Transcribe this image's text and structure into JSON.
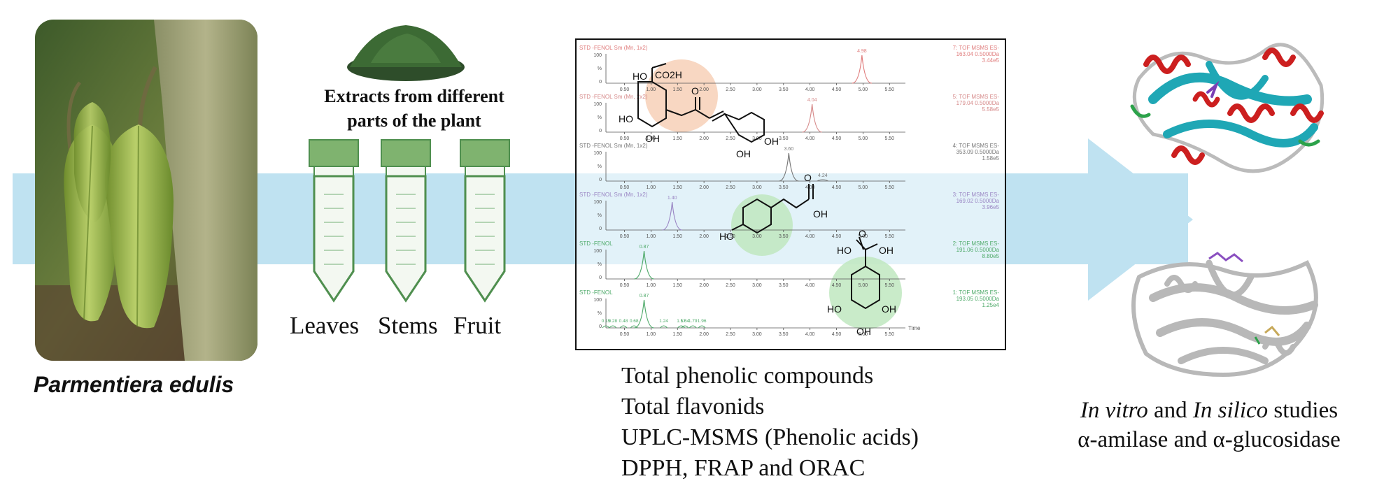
{
  "species": "Parmentiera edulis",
  "extracts_title_line1": "Extracts from different",
  "extracts_title_line2": "parts of the plant",
  "tubes": [
    {
      "label": "Leaves"
    },
    {
      "label": "Stems"
    },
    {
      "label": "Fruit"
    }
  ],
  "chromatogram": {
    "traces": [
      {
        "header": "STD -FENOL Sm (Mn, 1x2)",
        "channel": "7: TOF MSMS ES-",
        "mass": "163.04 0.5000Da",
        "intensity": "3.44e5",
        "peak_rt": "4.98",
        "color": "#e07d7d"
      },
      {
        "header": "STD -FENOL Sm (Mn, 2x2)",
        "channel": "5: TOF MSMS ES-",
        "mass": "179.04 0.5000Da",
        "intensity": "5.58e5",
        "peak_rt": "4.04",
        "color": "#d68a8a"
      },
      {
        "header": "STD -FENOL Sm (Mn, 1x2)",
        "channel": "4: TOF MSMS ES-",
        "mass": "353.09 0.5000Da",
        "intensity": "1.58e5",
        "peak_rt": "3.60",
        "peak2_rt": "4.24",
        "color": "#777777"
      },
      {
        "header": "STD -FENOL Sm (Mn, 1x2)",
        "channel": "3: TOF MSMS ES-",
        "mass": "169.02 0.5000Da",
        "intensity": "3.96e5",
        "peak_rt": "1.40",
        "color": "#9a86c4"
      },
      {
        "header": "STD -FENOL",
        "channel": "2: TOF MSMS ES-",
        "mass": "191.06 0.5000Da",
        "intensity": "8.80e5",
        "peak_rt": "0.87",
        "color": "#4faa6a"
      },
      {
        "header": "STD -FENOL",
        "channel": "1: TOF MSMS ES-",
        "mass": "193.05 0.5000Da",
        "intensity": "1.25e4",
        "peak_rt": "0.87",
        "color": "#4faa6a"
      }
    ],
    "bottom_peaks": [
      "0.15",
      "0.28",
      "0.48",
      "0.68",
      "1.24",
      "1.57",
      "1.64",
      "1.79",
      "1.96"
    ],
    "x_ticks": [
      "0.50",
      "1.00",
      "1.50",
      "2.00",
      "2.50",
      "3.00",
      "3.50",
      "4.00",
      "4.50",
      "5.00",
      "5.50"
    ],
    "y_ticks": [
      "100",
      "%",
      "0"
    ],
    "x_axis_label": "Time",
    "molecule_labels": {
      "ho": "HO",
      "oh": "OH",
      "co2h": "CO2H",
      "o": "O"
    }
  },
  "analyses": [
    "Total phenolic compounds",
    "Total flavonids",
    "UPLC-MSMS (Phenolic acids)",
    "DPPH, FRAP and ORAC"
  ],
  "studies": {
    "in_vitro": "In vitro",
    "and": " and ",
    "in_silico": "In silico",
    "studies_word": " studies",
    "enzymes": "α-amilase and α-glucosidase"
  },
  "colors": {
    "band": "#bfe2f1",
    "tube_green": "#5da05d",
    "protein_red": "#cc1f1f",
    "protein_cyan": "#1fa7b5",
    "highlight_orange": "#f6c9ad",
    "highlight_green": "#bfe8bf"
  }
}
